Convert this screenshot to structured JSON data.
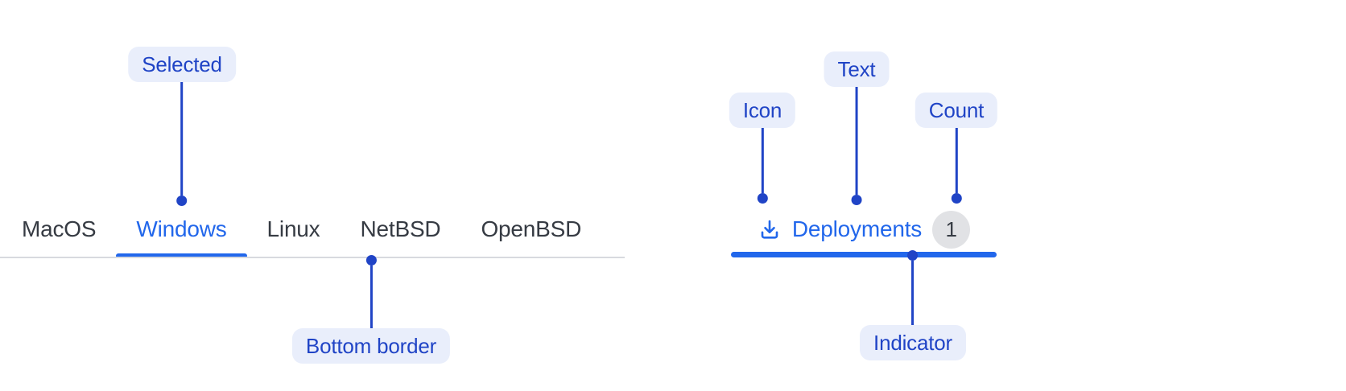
{
  "colors": {
    "tab_accent": "#2267EB",
    "anno_accent": "#2044C6",
    "anno_badge_bg": "#E9EEFB",
    "tab_text": "#363B43",
    "tab_border": "#D8DADF",
    "count_bg": "#E1E2E5",
    "count_text": "#363B43",
    "bg": "#FFFFFF"
  },
  "left_figure": {
    "tabs": [
      {
        "label": "MacOS",
        "selected": false
      },
      {
        "label": "Windows",
        "selected": true
      },
      {
        "label": "Linux",
        "selected": false
      },
      {
        "label": "NetBSD",
        "selected": false
      },
      {
        "label": "OpenBSD",
        "selected": false
      }
    ],
    "annotations": {
      "selected": {
        "label": "Selected"
      },
      "bottom_border": {
        "label": "Bottom border"
      }
    }
  },
  "right_figure": {
    "tab": {
      "label": "Deployments",
      "count": "1",
      "icon": "download-icon"
    },
    "annotations": {
      "icon": {
        "label": "Icon"
      },
      "text": {
        "label": "Text"
      },
      "count": {
        "label": "Count"
      },
      "indicator": {
        "label": "Indicator"
      }
    }
  }
}
